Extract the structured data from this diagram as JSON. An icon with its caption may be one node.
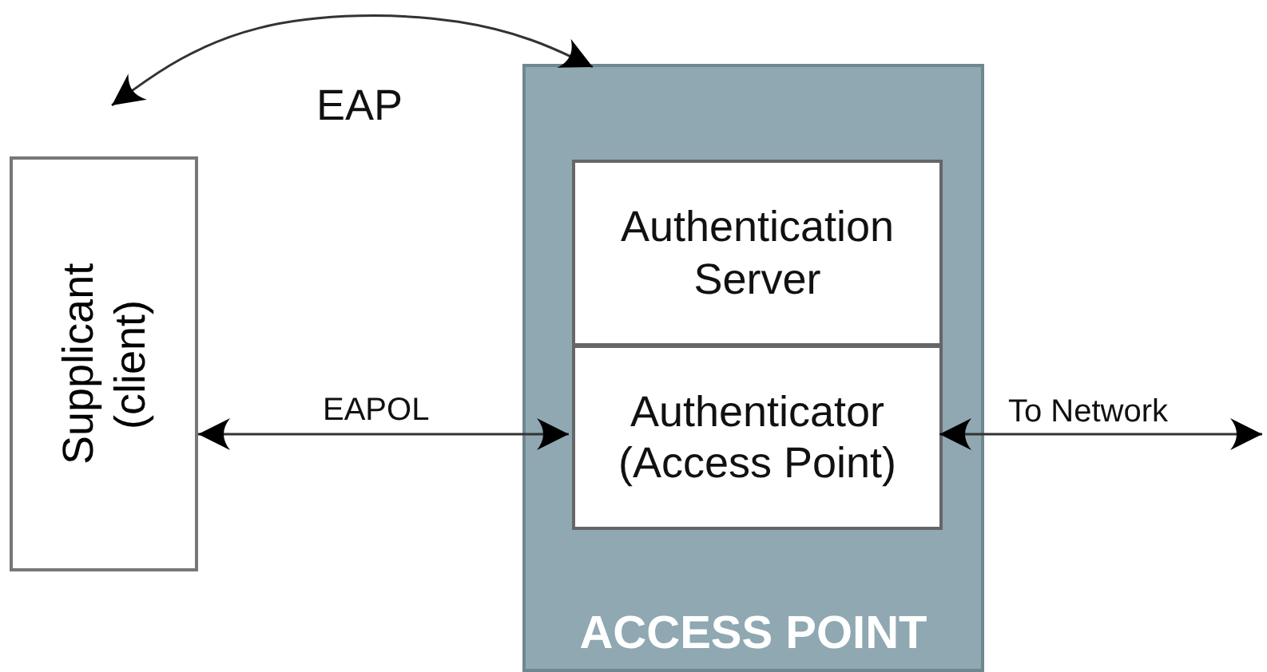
{
  "diagram": {
    "nodes": [
      {
        "text": [
          "Supplicant (client)"
        ]
      },
      {
        "text": [
          "ACCESS POINT"
        ]
      },
      {
        "text": [
          "Authentication Server"
        ],
        "in": 1
      },
      {
        "text": [
          "Authenticator (Access Point)"
        ],
        "in": 1
      }
    ],
    "edges": [
      {
        "from": null,
        "to": 1,
        "arrow": "both",
        "label": "EAP"
      },
      {
        "from": 0,
        "to": 3,
        "arrow": "both",
        "label": "EAPOL"
      },
      {
        "from": 3,
        "to": null,
        "arrow": "both",
        "label": "To Network"
      }
    ]
  }
}
